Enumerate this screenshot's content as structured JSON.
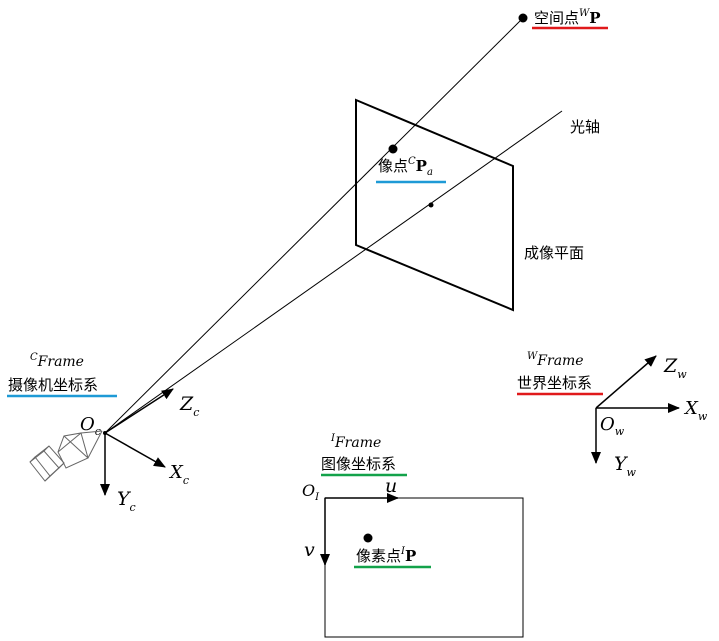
{
  "colors": {
    "ink": "#000000",
    "red_underline": "#e0191b",
    "blue_underline": "#1e9ad6",
    "green_underline": "#13a24a"
  },
  "space_point": {
    "label": "空间点",
    "sup": "W",
    "sym": "P"
  },
  "image_point": {
    "label": "像点",
    "sup": "C",
    "sym": "P",
    "sub": "a"
  },
  "optical_axis": {
    "label": "光轴"
  },
  "image_plane": {
    "label": "成像平面"
  },
  "camera_frame": {
    "sup": "C",
    "name": "Frame",
    "title": "摄像机坐标系",
    "origin": "O",
    "origin_sub": "c",
    "x": "X",
    "x_sub": "c",
    "y": "Y",
    "y_sub": "c",
    "z": "Z",
    "z_sub": "c"
  },
  "world_frame": {
    "sup": "W",
    "name": "Frame",
    "title": "世界坐标系",
    "origin": "O",
    "origin_sub": "w",
    "x": "X",
    "x_sub": "w",
    "y": "Y",
    "y_sub": "w",
    "z": "Z",
    "z_sub": "w"
  },
  "image_frame": {
    "sup": "I",
    "name": "Frame",
    "title": "图像坐标系",
    "origin": "O",
    "origin_sub": "I",
    "u": "u",
    "v": "v"
  },
  "pixel_point": {
    "label": "像素点",
    "sup": "I",
    "sym": "P"
  }
}
